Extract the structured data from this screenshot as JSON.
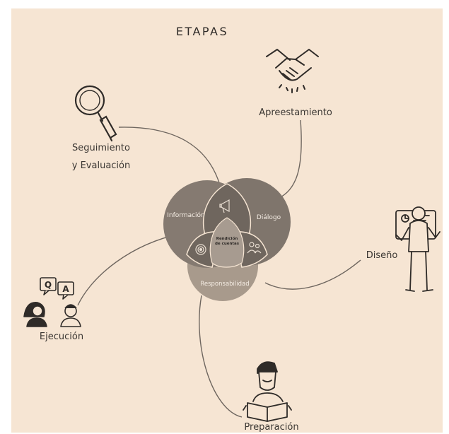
{
  "title": "ETAPAS",
  "colors": {
    "background": "#f6e5d3",
    "circle_left": "#857a71",
    "circle_right": "#7f756c",
    "circle_bottom": "#a89a8c",
    "lens": "#6f665e",
    "core": "#a79b90",
    "line": "#6e665f",
    "icon": "#2f2b28"
  },
  "stages": [
    {
      "label": "Apreestamiento",
      "icon": "handshake-icon"
    },
    {
      "label_line1": "Seguimiento",
      "label_line2": "y Evaluación",
      "icon": "magnifier-icon"
    },
    {
      "label": "Diseño",
      "icon": "presenter-board-icon"
    },
    {
      "label": "Ejecución",
      "icon": "qa-people-icon"
    },
    {
      "label": "Preparación",
      "icon": "reader-icon"
    }
  ],
  "venn": {
    "left": "Información",
    "right": "Diálogo",
    "bottom": "Responsabilidad",
    "center_line1": "Rendición",
    "center_line2": "de cuentas",
    "lens_icons": [
      "megaphone-icon",
      "target-icon",
      "people-group-icon"
    ]
  }
}
